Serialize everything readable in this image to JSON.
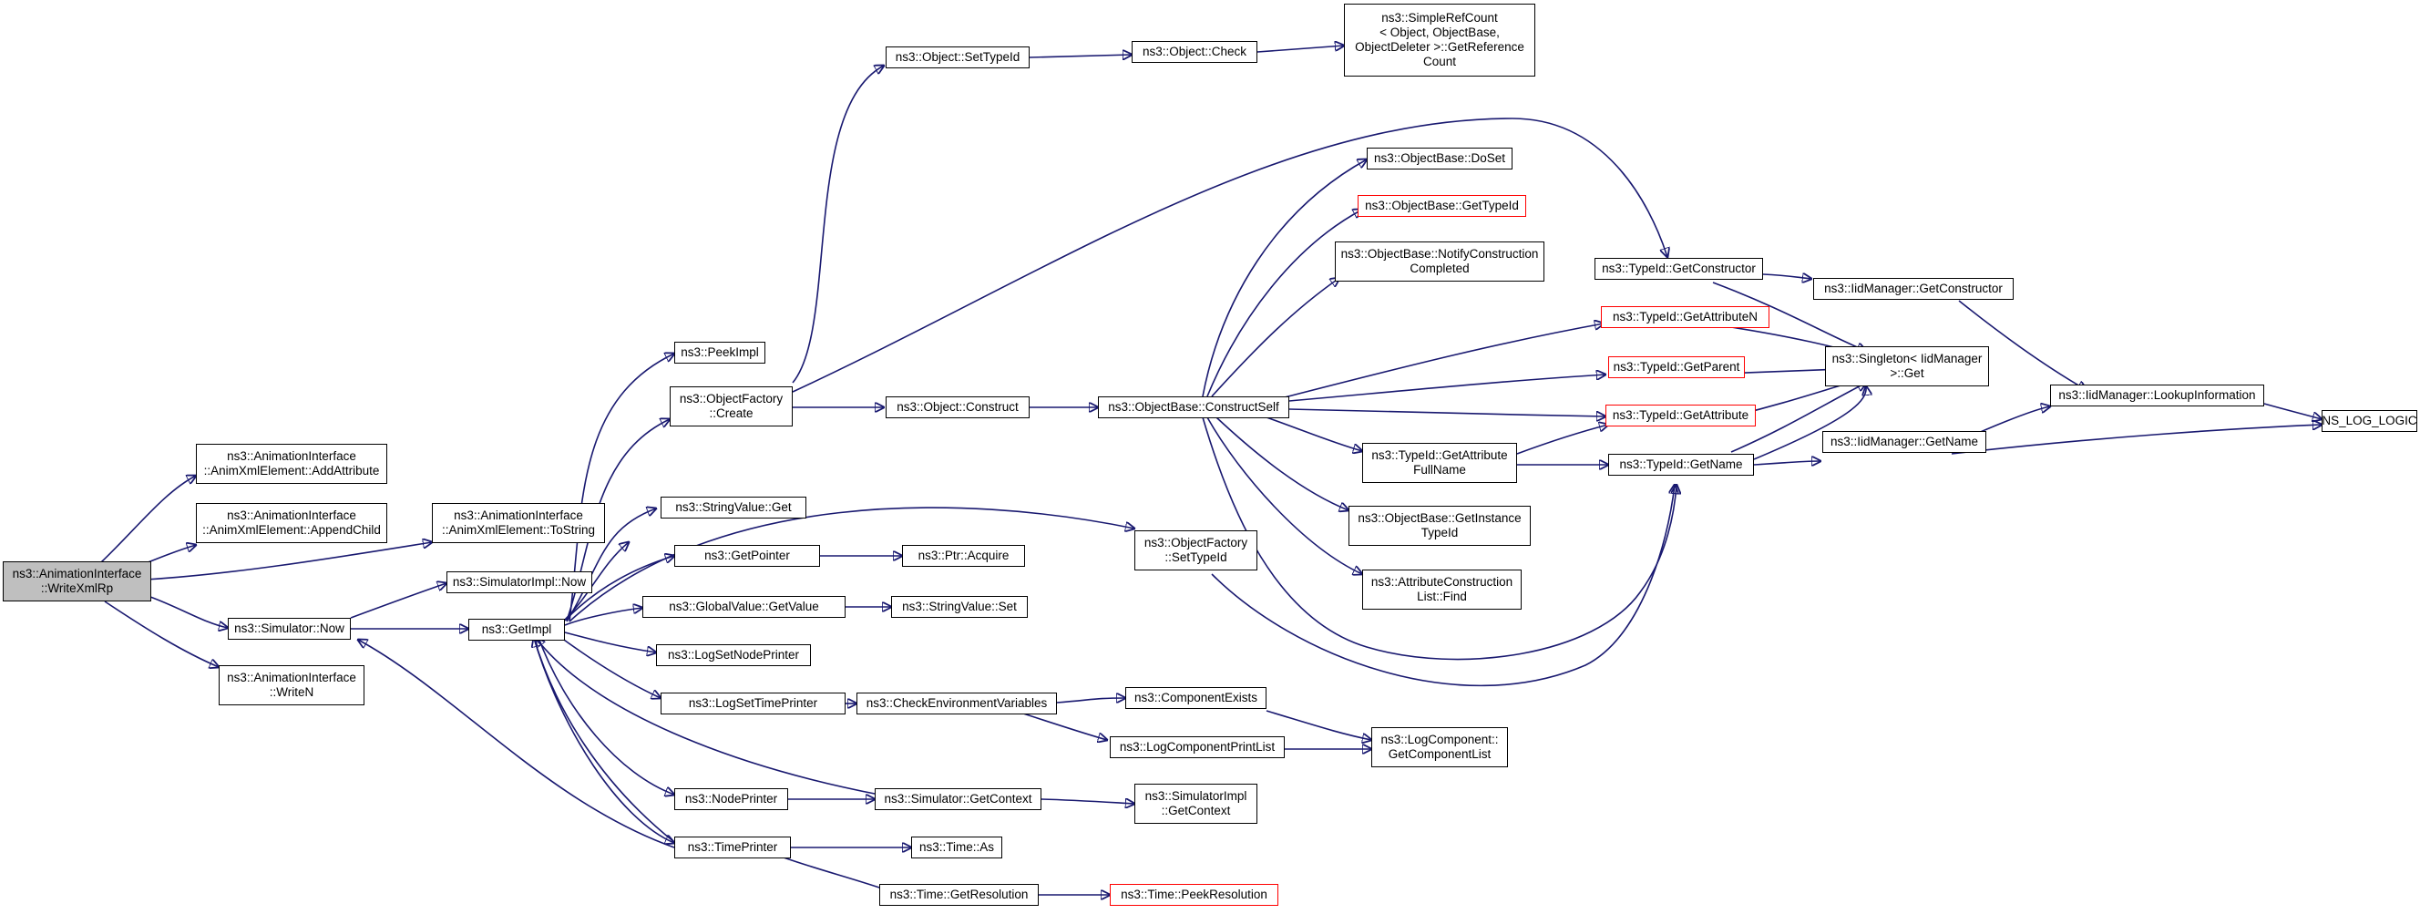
{
  "colors": {
    "edge": "#191970",
    "root_fill": "#bfbfbf",
    "highlight_border": "#ff0000"
  },
  "nodes": {
    "root": {
      "lines": [
        "ns3::AnimationInterface",
        "::WriteXmlRp"
      ]
    },
    "add_attribute": {
      "lines": [
        "ns3::AnimationInterface",
        "::AnimXmlElement::AddAttribute"
      ]
    },
    "append_child": {
      "lines": [
        "ns3::AnimationInterface",
        "::AnimXmlElement::AppendChild"
      ]
    },
    "to_string": {
      "lines": [
        "ns3::AnimationInterface",
        "::AnimXmlElement::ToString"
      ]
    },
    "simulator_now": {
      "lines": [
        "ns3::Simulator::Now"
      ]
    },
    "write_n": {
      "lines": [
        "ns3::AnimationInterface",
        "::WriteN"
      ]
    },
    "simulatorimpl_now": {
      "lines": [
        "ns3::SimulatorImpl::Now"
      ]
    },
    "get_impl": {
      "lines": [
        "ns3::GetImpl"
      ]
    },
    "peek_impl": {
      "lines": [
        "ns3::PeekImpl"
      ]
    },
    "objectfactory_create": {
      "lines": [
        "ns3::ObjectFactory",
        "::Create"
      ]
    },
    "stringvalue_get": {
      "lines": [
        "ns3::StringValue::Get"
      ]
    },
    "get_pointer": {
      "lines": [
        "ns3::GetPointer"
      ]
    },
    "globalvalue_getvalue": {
      "lines": [
        "ns3::GlobalValue::GetValue"
      ]
    },
    "log_set_node_printer": {
      "lines": [
        "ns3::LogSetNodePrinter"
      ]
    },
    "log_set_time_printer": {
      "lines": [
        "ns3::LogSetTimePrinter"
      ]
    },
    "node_printer": {
      "lines": [
        "ns3::NodePrinter"
      ]
    },
    "time_printer": {
      "lines": [
        "ns3::TimePrinter"
      ]
    },
    "object_settypeid": {
      "lines": [
        "ns3::Object::SetTypeId"
      ]
    },
    "object_check": {
      "lines": [
        "ns3::Object::Check"
      ]
    },
    "simplerefcount": {
      "lines": [
        "ns3::SimpleRefCount",
        "< Object, ObjectBase,",
        "ObjectDeleter >::GetReference",
        "Count"
      ]
    },
    "object_construct": {
      "lines": [
        "ns3::Object::Construct"
      ]
    },
    "ptr_acquire": {
      "lines": [
        "ns3::Ptr::Acquire"
      ]
    },
    "stringvalue_set": {
      "lines": [
        "ns3::StringValue::Set"
      ]
    },
    "check_env": {
      "lines": [
        "ns3::CheckEnvironmentVariables"
      ]
    },
    "simulator_getcontext": {
      "lines": [
        "ns3::Simulator::GetContext"
      ]
    },
    "time_as": {
      "lines": [
        "ns3::Time::As"
      ]
    },
    "time_getresolution": {
      "lines": [
        "ns3::Time::GetResolution"
      ]
    },
    "time_peekresolution": {
      "lines": [
        "ns3::Time::PeekResolution"
      ]
    },
    "objectfactory_settypeid": {
      "lines": [
        "ns3::ObjectFactory",
        "::SetTypeId"
      ]
    },
    "component_exists": {
      "lines": [
        "ns3::ComponentExists"
      ]
    },
    "logcomponent_printlist": {
      "lines": [
        "ns3::LogComponentPrintList"
      ]
    },
    "simulatorimpl_getcontext": {
      "lines": [
        "ns3::SimulatorImpl",
        "::GetContext"
      ]
    },
    "objectbase_constructself": {
      "lines": [
        "ns3::ObjectBase::ConstructSelf"
      ]
    },
    "objectbase_doset": {
      "lines": [
        "ns3::ObjectBase::DoSet"
      ]
    },
    "objectbase_gettypeid": {
      "lines": [
        "ns3::ObjectBase::GetTypeId"
      ]
    },
    "objectbase_notify": {
      "lines": [
        "ns3::ObjectBase::NotifyConstruction",
        "Completed"
      ]
    },
    "typeid_getattributefullname": {
      "lines": [
        "ns3::TypeId::GetAttribute",
        "FullName"
      ]
    },
    "objectbase_getinstancetypeid": {
      "lines": [
        "ns3::ObjectBase::GetInstance",
        "TypeId"
      ]
    },
    "attributeconstructionlist_find": {
      "lines": [
        "ns3::AttributeConstruction",
        "List::Find"
      ]
    },
    "logcomponent_getcomponentlist": {
      "lines": [
        "ns3::LogComponent::",
        "GetComponentList"
      ]
    },
    "typeid_getconstructor": {
      "lines": [
        "ns3::TypeId::GetConstructor"
      ]
    },
    "typeid_getattributen": {
      "lines": [
        "ns3::TypeId::GetAttributeN"
      ]
    },
    "typeid_getparent": {
      "lines": [
        "ns3::TypeId::GetParent"
      ]
    },
    "typeid_getattribute": {
      "lines": [
        "ns3::TypeId::GetAttribute"
      ]
    },
    "typeid_getname": {
      "lines": [
        "ns3::TypeId::GetName"
      ]
    },
    "iidmanager_getconstructor": {
      "lines": [
        "ns3::IidManager::GetConstructor"
      ]
    },
    "singleton_get": {
      "lines": [
        "ns3::Singleton< IidManager",
        ">::Get"
      ]
    },
    "iidmanager_getname": {
      "lines": [
        "ns3::IidManager::GetName"
      ]
    },
    "iidmanager_lookupinformation": {
      "lines": [
        "ns3::IidManager::LookupInformation"
      ]
    },
    "ns_log_logic": {
      "lines": [
        "NS_LOG_LOGIC"
      ]
    }
  }
}
